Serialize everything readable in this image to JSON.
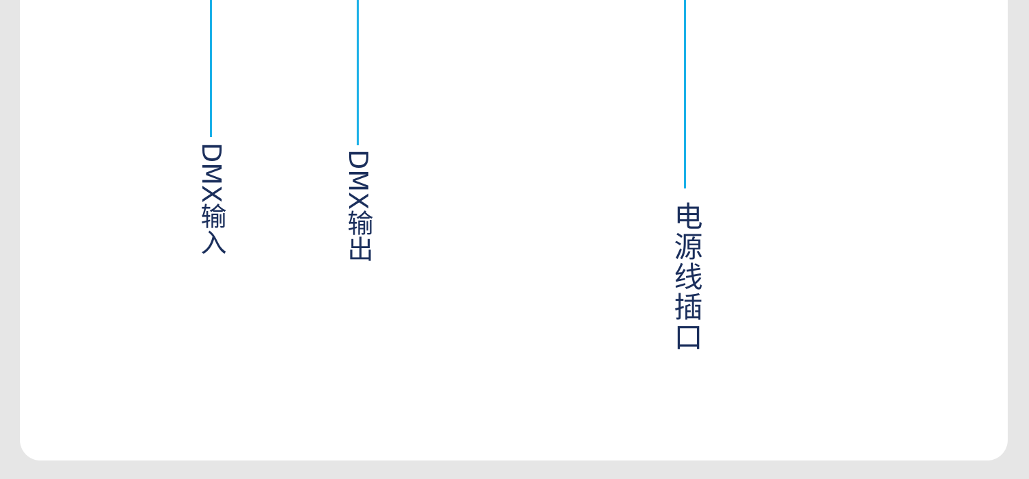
{
  "diagram": {
    "line_color": "#1ab0e8",
    "text_color": "#1b2f5c",
    "callouts": [
      {
        "label": "DMX输入"
      },
      {
        "label": "DMX输出"
      },
      {
        "label": "电源线插口"
      }
    ]
  }
}
